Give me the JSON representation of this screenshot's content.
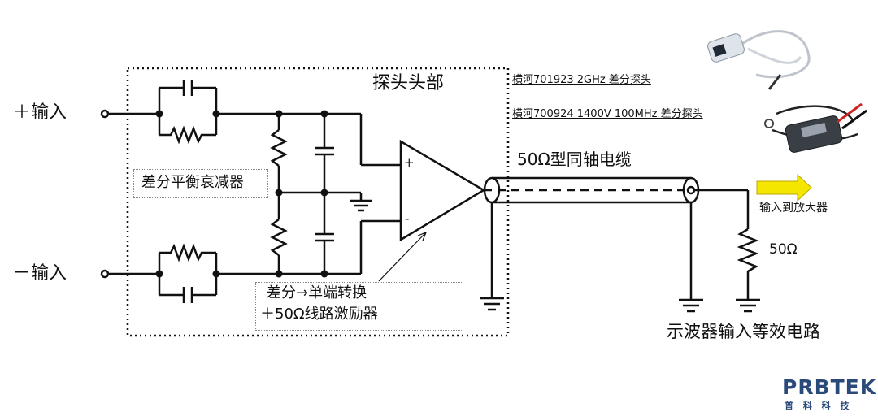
{
  "labels": {
    "plus_input": "＋输入",
    "minus_input": "－输入",
    "probe_head": "探头头部",
    "attenuator": "差分平衡衰减器",
    "converter_line1": "差分→单端转换",
    "converter_line2": "＋50Ω线路激励器",
    "cable": "50Ω型同轴电缆",
    "to_amp": "输入到放大器",
    "resistor": "50Ω",
    "scope_equiv": "示波器输入等效电路",
    "product1": "横河701923  2GHz 差分探头",
    "product2": "横河700924  1400V 100MHz 差分探头",
    "opamp_plus": "+",
    "opamp_minus": "-"
  },
  "logo": {
    "brand": "PRBTEK",
    "subtitle": "普 科 科 技"
  },
  "colors": {
    "arrow": "#f5e600",
    "logo": "#2a4a7a"
  }
}
